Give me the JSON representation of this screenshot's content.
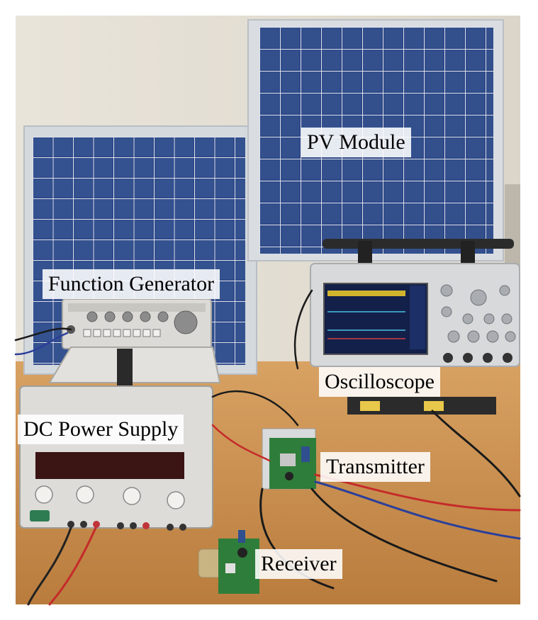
{
  "labels": {
    "pv_module": "PV Module",
    "function_generator": "Function Generator",
    "oscilloscope": "Oscilloscope",
    "dc_power_supply": "DC Power Supply",
    "transmitter": "Transmitter",
    "receiver": "Receiver"
  },
  "colors": {
    "wall": "#e6e0d6",
    "desk": "#c9924e",
    "panel_cell": "#2f4a8a",
    "panel_frame": "#d9dde0",
    "instrument_body": "#dcdad6",
    "scope_screen": "#13204a",
    "pcb": "#2f7d3a"
  }
}
